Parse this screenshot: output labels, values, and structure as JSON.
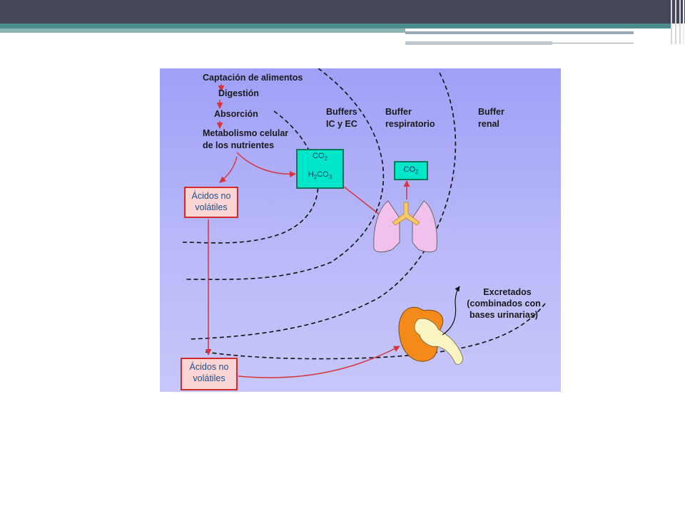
{
  "steps": {
    "captacion": "Captación de alimentos",
    "digestion": "Digestión",
    "absorcion": "Absorción",
    "metabolismo_1": "Metabolismo celular",
    "metabolismo_2": "de los nutrientes"
  },
  "zones": {
    "buffers_ic_ec_1": "Buffers",
    "buffers_ic_ec_2": "IC y EC",
    "buffer_resp_1": "Buffer",
    "buffer_resp_2": "respiratorio",
    "buffer_renal_1": "Buffer",
    "buffer_renal_2": "renal"
  },
  "boxes": {
    "acidos_1_line1": "Ácidos no",
    "acidos_1_line2": "volátiles",
    "acidos_2_line1": "Ácidos no",
    "acidos_2_line2": "volátiles",
    "co2_main": "CO",
    "co2_sub": "2",
    "h2co3_h": "H",
    "h2co3_sub1": "2",
    "h2co3_co": "CO",
    "h2co3_sub2": "3",
    "co2_lung_main": "CO",
    "co2_lung_sub": "2"
  },
  "excretados": {
    "line1": "Excretados",
    "line2": "(combinados con",
    "line3": "bases urinarias)"
  },
  "colors": {
    "arrow": "#d4343a",
    "teal_box": "#00e6c8",
    "acid_box": "#fbd5d5",
    "lung": "#f2c0ec",
    "trachea": "#f7c76a",
    "kidney": "#f48a1a",
    "pelvis": "#faf3c2"
  }
}
